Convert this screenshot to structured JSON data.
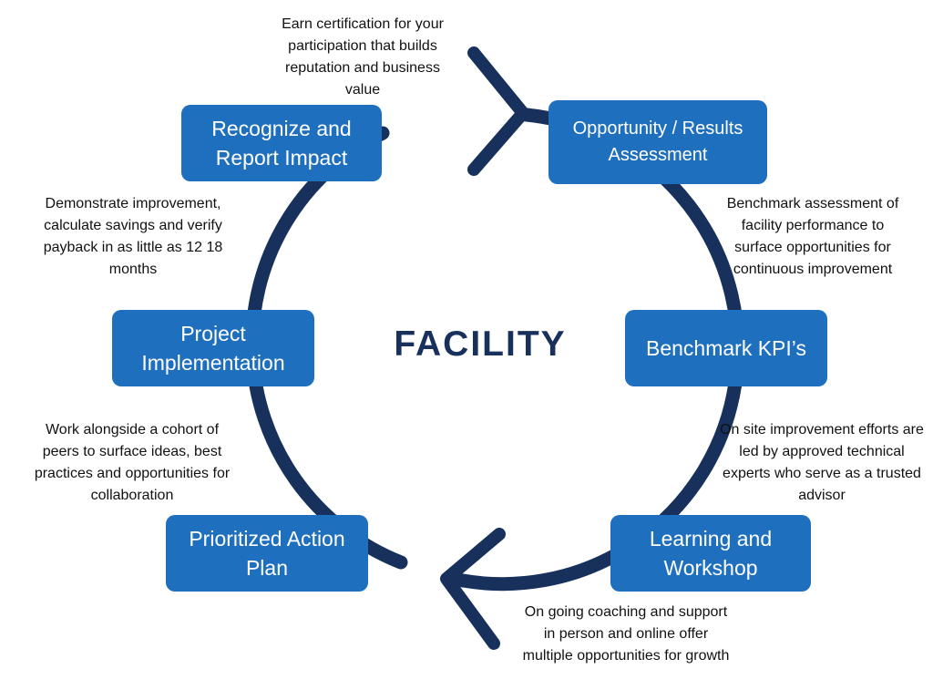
{
  "center_label": "FACILITY",
  "steps": [
    {
      "label": "Opportunity / Results Assessment"
    },
    {
      "label": "Benchmark KPI’s"
    },
    {
      "label": "Learning and Workshop"
    },
    {
      "label": "Prioritized Action Plan"
    },
    {
      "label": "Project Implementation"
    },
    {
      "label": "Recognize and Report Impact"
    }
  ],
  "notes": [
    {
      "text": "Earn certification for your participation that builds reputation and business value"
    },
    {
      "text": "Benchmark assessment of facility performance to surface opportunities for continuous improvement"
    },
    {
      "text": "On site improvement efforts are led by approved technical experts who serve as a trusted advisor"
    },
    {
      "text": "On going coaching and support in person and online offer multiple opportunities for growth"
    },
    {
      "text": "Work alongside a cohort of peers to surface ideas, best practices and opportunities for collaboration"
    },
    {
      "text": "Demonstrate improvement, calculate savings and verify payback in as little as 12 18 months"
    }
  ],
  "colors": {
    "box_fill": "#1f6fbf",
    "cycle_stroke": "#17315c",
    "title": "#17315c"
  }
}
